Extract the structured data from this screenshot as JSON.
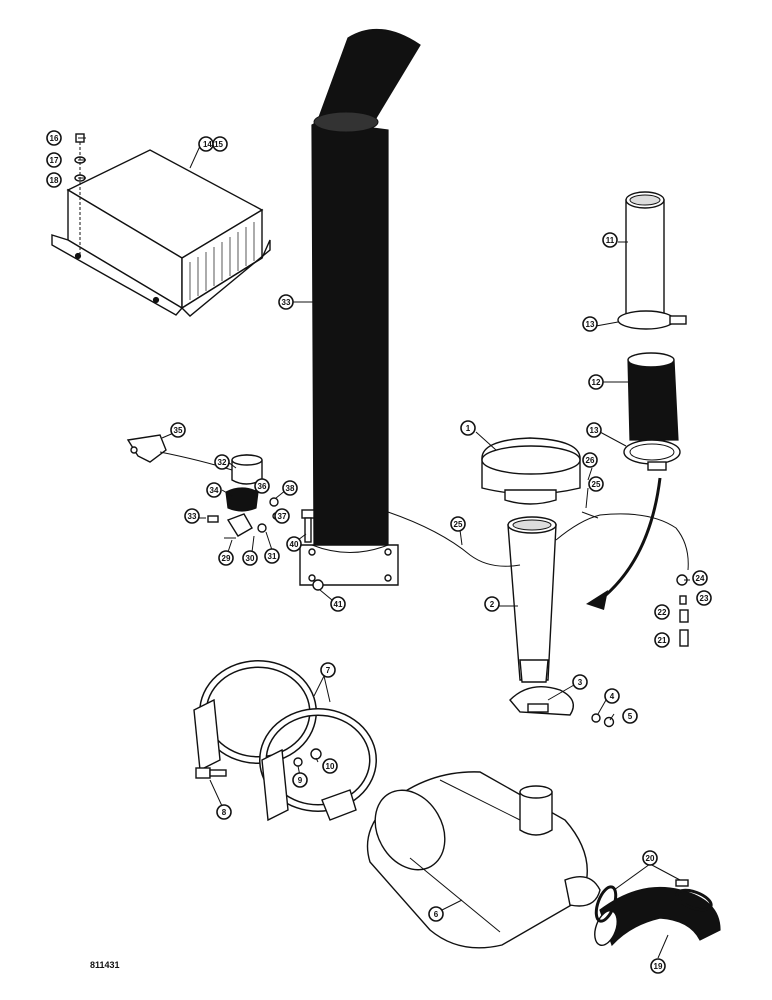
{
  "figure_reference": "811431",
  "callouts": {
    "c1": "1",
    "c2": "2",
    "c3": "3",
    "c4": "4",
    "c5": "5",
    "c6": "6",
    "c7": "7",
    "c8": "8",
    "c9": "9",
    "c10": "10",
    "c11": "11",
    "c12": "12",
    "c13a": "13",
    "c13b": "13",
    "c14_15": "14 15",
    "c16": "16",
    "c17": "17",
    "c18": "18",
    "c19": "19",
    "c20": "20",
    "c21": "21",
    "c22": "22",
    "c23": "23",
    "c24": "24",
    "c25a": "25",
    "c25b": "25",
    "c26": "26",
    "c29": "29",
    "c30": "30",
    "c31": "31",
    "c32": "32",
    "c33a": "33",
    "c33b": "33",
    "c34": "34",
    "c35": "35",
    "c36": "36",
    "c37": "37",
    "c38": "38",
    "c40": "40",
    "c41": "41"
  }
}
